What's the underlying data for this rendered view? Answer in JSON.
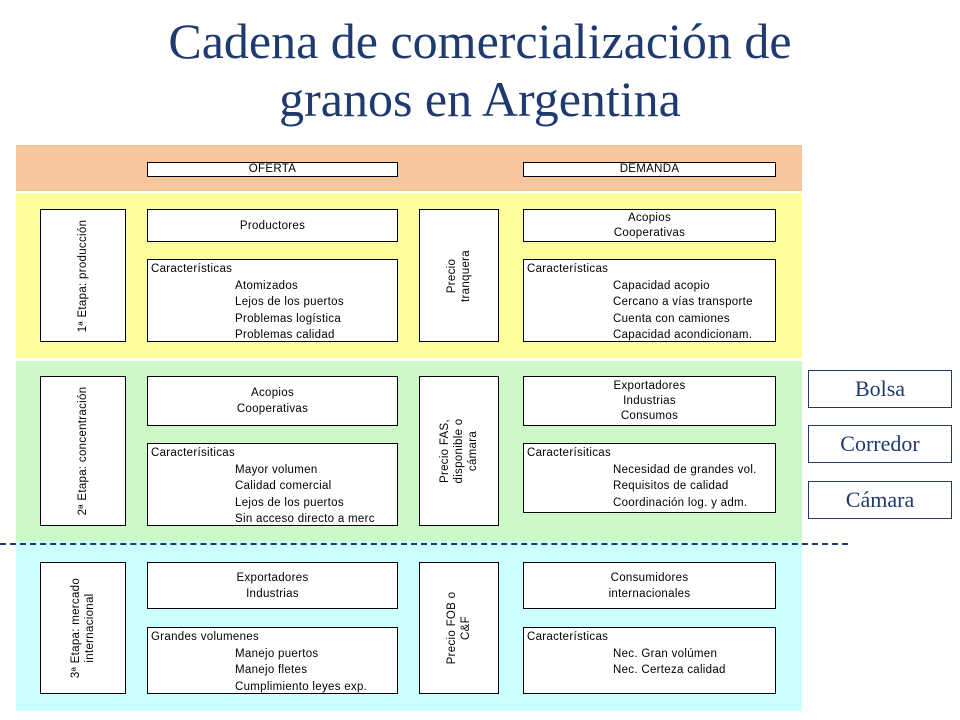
{
  "title": {
    "line1": "Cadena de comercialización de",
    "line2": "granos en Argentina"
  },
  "header": {
    "oferta": "OFERTA",
    "demanda": "DEMANDA"
  },
  "stages": [
    {
      "stage_label": "1ª Etapa: producción",
      "oferta_title": [
        "Productores"
      ],
      "oferta_char_header": "Características",
      "oferta_chars": [
        "Atomizados",
        "Lejos de los puertos",
        "Problemas logística",
        "Problemas calidad"
      ],
      "price": [
        "Precio",
        "tranquera"
      ],
      "demanda_title": [
        "Acopios",
        "Cooperativas"
      ],
      "demanda_char_header": "Características",
      "demanda_chars": [
        "Capacidad acopio",
        "Cercano a vías transporte",
        "Cuenta con camiones",
        "Capacidad acondicionam."
      ]
    },
    {
      "stage_label": "2ª Etapa: concentración",
      "oferta_title": [
        "Acopios",
        "Cooperativas"
      ],
      "oferta_char_header": "Caracterísiticas",
      "oferta_chars": [
        "Mayor volumen",
        "Calidad comercial",
        "Lejos de los puertos",
        "Sin acceso directo a merc"
      ],
      "price": [
        "Precio FAS,",
        "disponible o",
        "cámara"
      ],
      "demanda_title": [
        "Exportadores",
        "Industrias",
        "Consumos"
      ],
      "demanda_char_header": "Caracterísiticas",
      "demanda_chars": [
        "Necesidad de grandes vol.",
        "Requisitos de calidad",
        "Coordinación log. y adm."
      ]
    },
    {
      "stage_label": [
        "3ª Etapa: mercado",
        "internacional"
      ],
      "oferta_title": [
        "Exportadores",
        "Industrias"
      ],
      "oferta_char_header": "Grandes volumenes",
      "oferta_chars": [
        "Manejo puertos",
        "Manejo fletes",
        "Cumplimiento leyes exp."
      ],
      "price": [
        "Precio FOB o",
        "C&F"
      ],
      "demanda_title": [
        "Consumidores",
        "internacionales"
      ],
      "demanda_char_header": "Características",
      "demanda_chars": [
        "Nec. Gran volúmen",
        "Nec. Certeza calidad"
      ]
    }
  ],
  "side_boxes": [
    "Bolsa",
    "Corredor",
    "Cámara"
  ]
}
